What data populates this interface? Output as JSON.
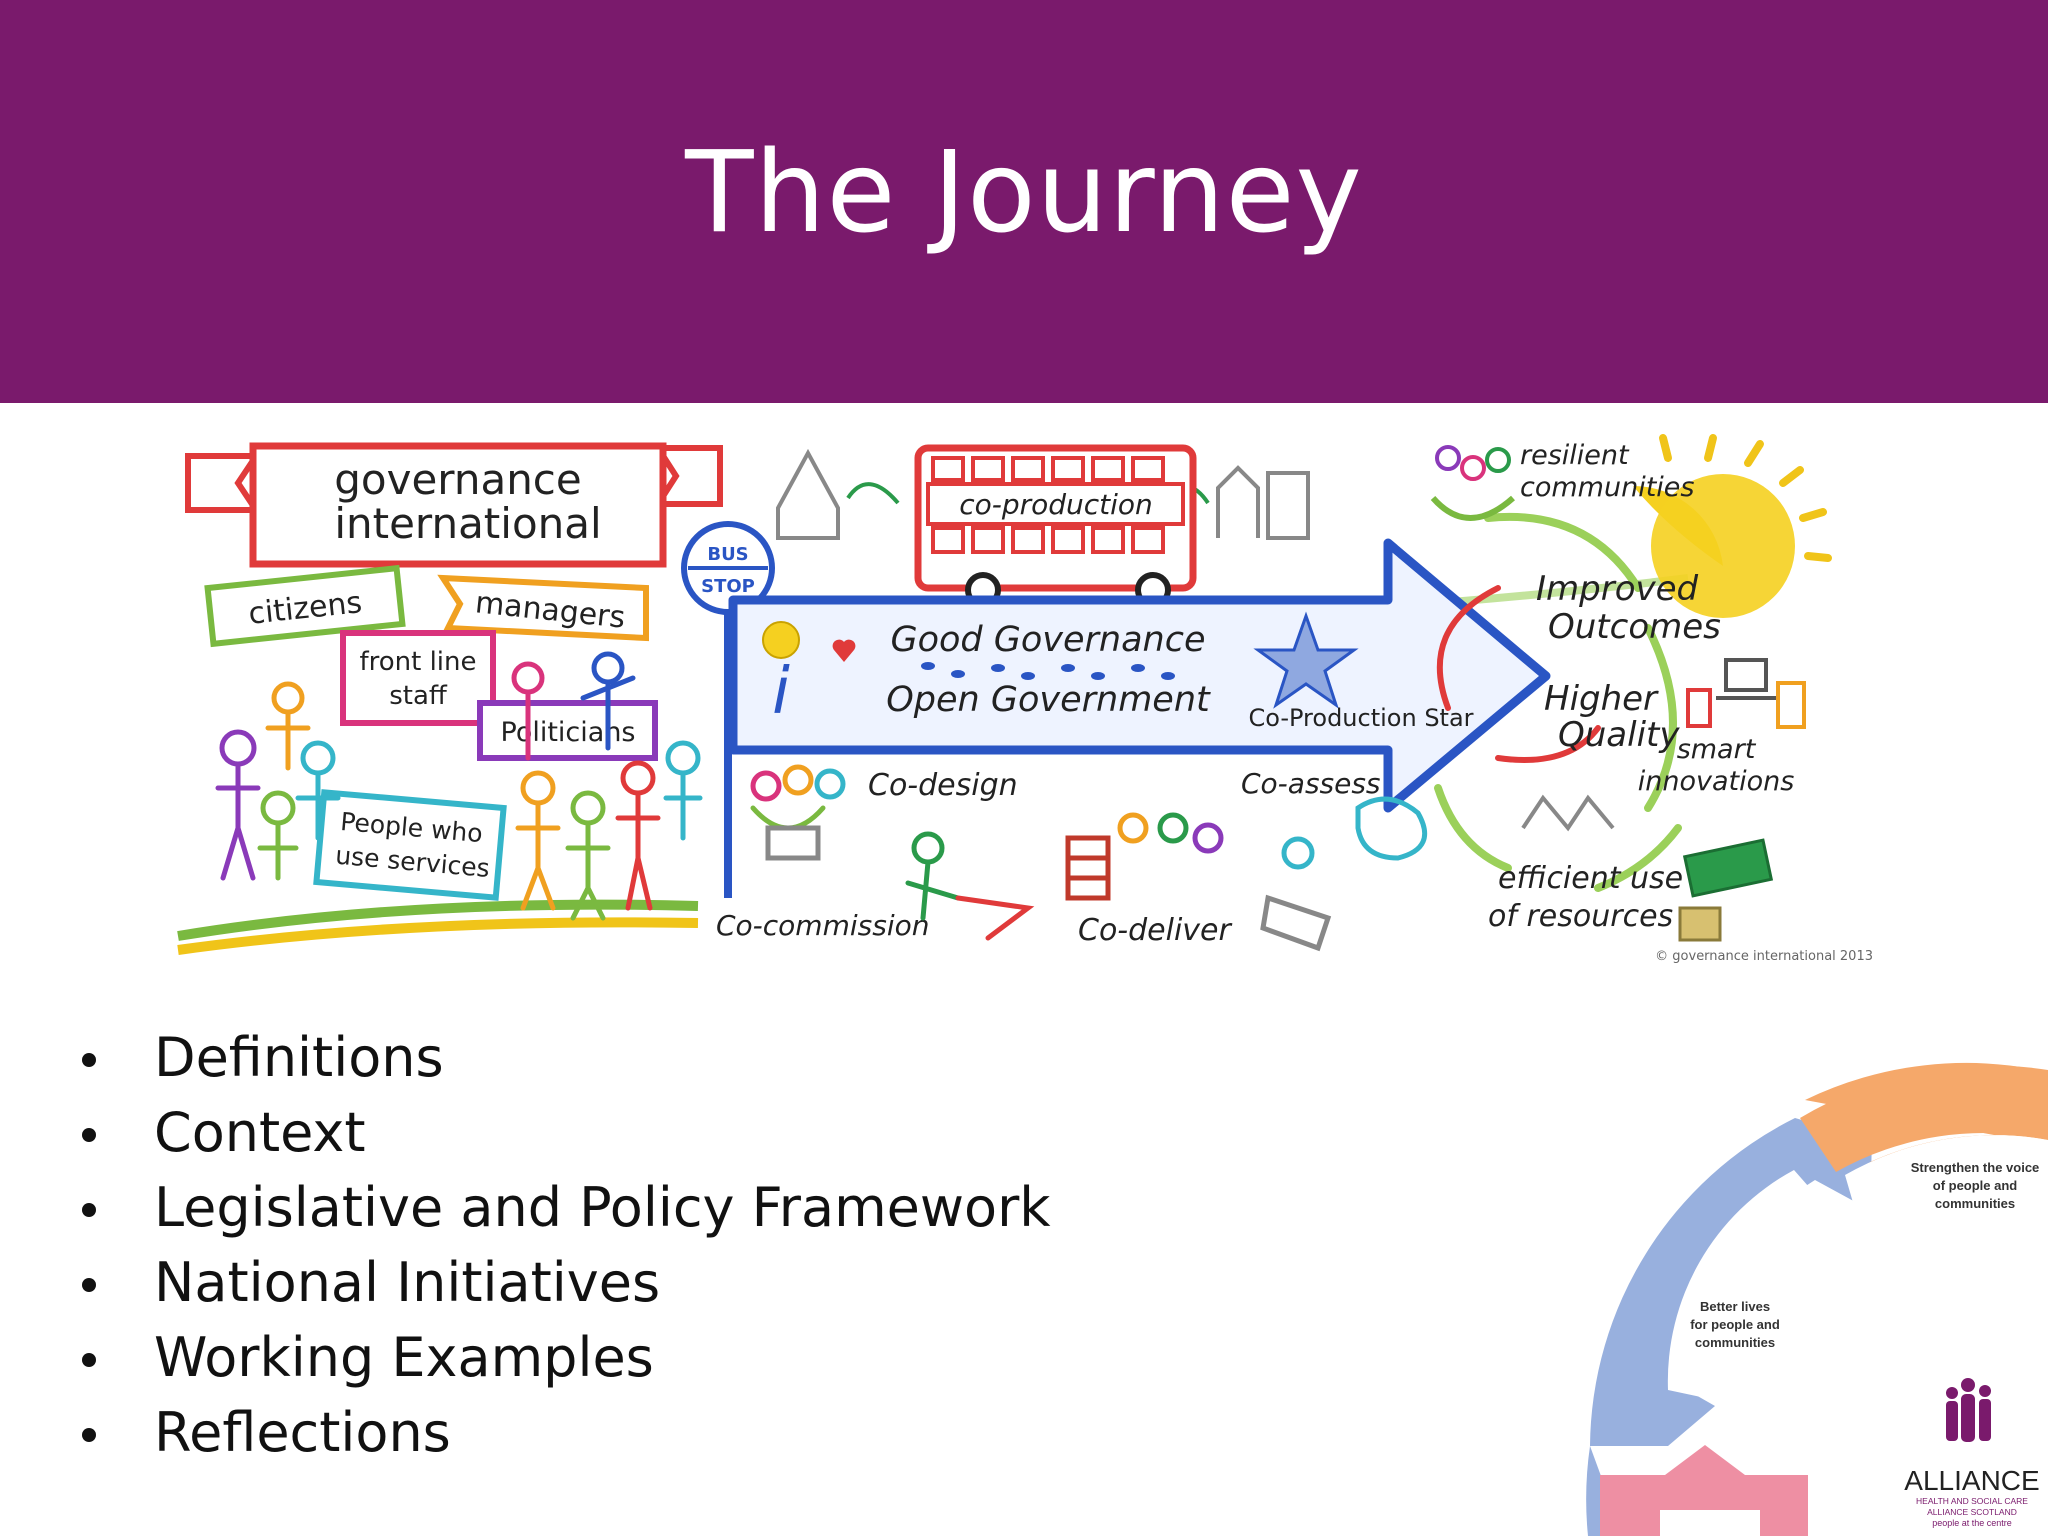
{
  "slide": {
    "title": "The Journey",
    "bullets": [
      "Definitions",
      "Context",
      "Legislative and Policy Framework",
      "National Initiatives",
      "Working Examples",
      "Reflections"
    ]
  },
  "illustration": {
    "banner": [
      "governance",
      "international"
    ],
    "signs": {
      "citizens": "citizens",
      "managers": "managers",
      "front_line": [
        "front line",
        "staff"
      ],
      "politicians": "Politicians",
      "people": [
        "People who",
        "use services"
      ]
    },
    "bus_stop": [
      "BUS",
      "STOP"
    ],
    "bus_label": "co-production",
    "arrow_text": [
      "Good Governance",
      "Open Government"
    ],
    "star_label": "Co-Production Star",
    "stages": {
      "codesign": "Co-design",
      "coassess": "Co-assess",
      "cocommission": "Co-commission",
      "codeliver": "Co-deliver"
    },
    "outcomes": {
      "resilient": [
        "resilient",
        "communities"
      ],
      "improved": [
        "Improved",
        "Outcomes"
      ],
      "higher": [
        "Higher",
        "Quality"
      ],
      "smart": [
        "smart",
        "innovations"
      ],
      "efficient": [
        "efficient use",
        "of resources"
      ]
    },
    "copyright": "© governance international 2013"
  },
  "wheel": {
    "segment_orange": [
      "Strengthen the voice",
      "of people and",
      "communities"
    ],
    "segment_blue": [
      "Better lives",
      "for people and",
      "communities"
    ]
  },
  "logo": {
    "name": "ALLIANCE",
    "line1": "HEALTH AND SOCIAL CARE",
    "line2": "ALLIANCE SCOTLAND",
    "tagline": "people at the centre"
  },
  "colors": {
    "header": "#7a1a6c",
    "arrow": "#2a55c4",
    "wheel_orange": "#f5a86a",
    "wheel_blue": "#98b0de",
    "wheel_pink": "#ee8fa3",
    "logo": "#7a1a6c"
  }
}
